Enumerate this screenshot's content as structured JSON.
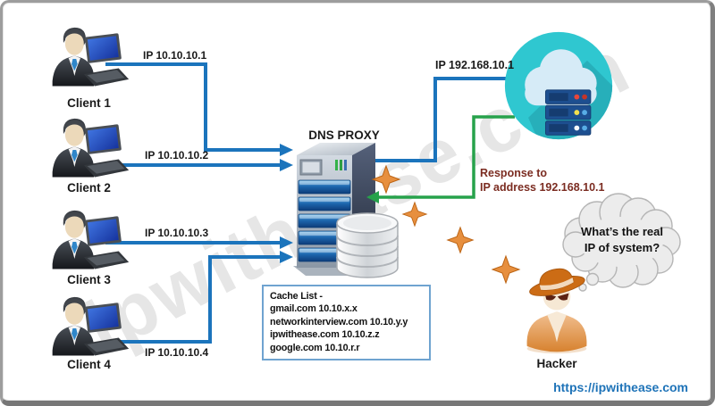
{
  "clients": [
    {
      "label": "Client 1",
      "ip_label": "IP 10.10.10.1"
    },
    {
      "label": "Client 2",
      "ip_label": "IP 10.10.10.2"
    },
    {
      "label": "Client 3",
      "ip_label": "IP 10.10.10.3"
    },
    {
      "label": "Client 4",
      "ip_label": "IP 10.10.10.4"
    }
  ],
  "dns_proxy": {
    "label": "DNS PROXY"
  },
  "internet_server": {
    "ip_label": "IP 192.168.10.1"
  },
  "response": {
    "line1": "Response to",
    "line2": "IP address 192.168.10.1"
  },
  "cache_list": {
    "title": "Cache List -",
    "entries": [
      "gmail.com 10.10.x.x",
      "networkinterview.com 10.10.y.y",
      "ipwithease.com 10.10.z.z",
      "google.com 10.10.r.r"
    ]
  },
  "hacker": {
    "label": "Hacker",
    "thought_line1": "What’s the real",
    "thought_line2": "IP of system?"
  },
  "watermark": "ipwithease.com",
  "footer": {
    "url": "https://ipwithease.com"
  },
  "colors": {
    "request_line_blue": "#1b74bc",
    "response_line_green": "#27a24b",
    "cloud_teal": "#2fc7d0",
    "star_orange": "#e78f3e",
    "response_text_maroon": "#7b2c21",
    "link_blue": "#1e73b8",
    "cache_box_border": "#6fa3d0"
  }
}
